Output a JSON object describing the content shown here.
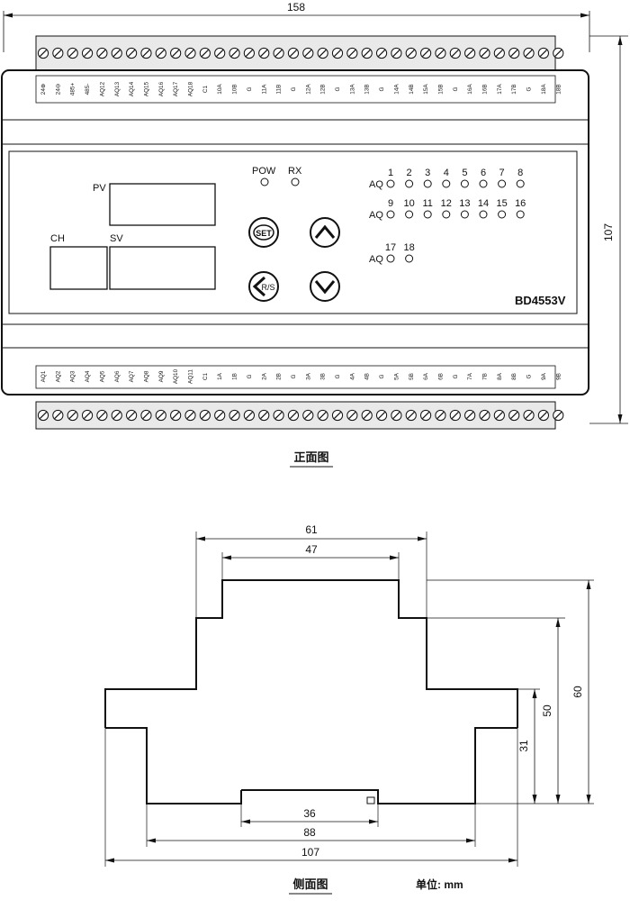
{
  "front_view": {
    "caption": "正面图",
    "width_dim": "158",
    "height_dim": "107",
    "top_terminals": [
      "24⊕",
      "24⊖",
      "485+",
      "485-",
      "AQ12",
      "AQ13",
      "AQ14",
      "AQ15",
      "AQ16",
      "AQ17",
      "AQ18",
      "C1",
      "10A",
      "10B",
      "G",
      "11A",
      "11B",
      "G",
      "12A",
      "12B",
      "G",
      "13A",
      "13B",
      "G",
      "14A",
      "14B",
      "15A",
      "15B",
      "G",
      "16A",
      "16B",
      "17A",
      "17B",
      "G",
      "18A",
      "18B"
    ],
    "bottom_terminals": [
      "AQ1",
      "AQ2",
      "AQ3",
      "AQ4",
      "AQ5",
      "AQ6",
      "AQ7",
      "AQ8",
      "AQ9",
      "AQ10",
      "AQ11",
      "C1",
      "1A",
      "1B",
      "G",
      "2A",
      "2B",
      "G",
      "3A",
      "3B",
      "G",
      "4A",
      "4B",
      "G",
      "5A",
      "5B",
      "6A",
      "6B",
      "G",
      "7A",
      "7B",
      "8A",
      "8B",
      "G",
      "9A",
      "9B"
    ],
    "panel": {
      "pv_label": "PV",
      "ch_label": "CH",
      "sv_label": "SV",
      "pow_label": "POW",
      "rx_label": "RX",
      "set_button": "SET",
      "rs_button": "R/S",
      "model": "BD4553V",
      "aq_label": "AQ",
      "led_row1": [
        "1",
        "2",
        "3",
        "4",
        "5",
        "6",
        "7",
        "8"
      ],
      "led_row2": [
        "9",
        "10",
        "11",
        "12",
        "13",
        "14",
        "15",
        "16"
      ],
      "led_row3": [
        "17",
        "18"
      ]
    }
  },
  "side_view": {
    "caption": "侧面图",
    "dims": {
      "top_outer": "61",
      "top_inner": "47",
      "height_total": "60",
      "height_mid": "50",
      "height_low": "31",
      "base_slot": "36",
      "base_width": "88",
      "total_width": "107"
    },
    "unit_note": "单位: mm"
  }
}
